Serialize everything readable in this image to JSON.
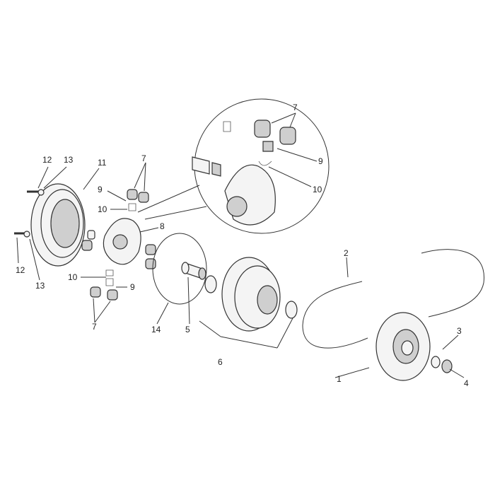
{
  "diagram": {
    "type": "exploded-parts-view",
    "callouts": [
      {
        "id": "c1",
        "label": "1"
      },
      {
        "id": "c2",
        "label": "2"
      },
      {
        "id": "c3",
        "label": "3"
      },
      {
        "id": "c4",
        "label": "4"
      },
      {
        "id": "c5",
        "label": "5"
      },
      {
        "id": "c6",
        "label": "6"
      },
      {
        "id": "c7a",
        "label": "7"
      },
      {
        "id": "c7b",
        "label": "7"
      },
      {
        "id": "c7c",
        "label": "7"
      },
      {
        "id": "c8",
        "label": "8"
      },
      {
        "id": "c9a",
        "label": "9"
      },
      {
        "id": "c9b",
        "label": "9"
      },
      {
        "id": "c9c",
        "label": "9"
      },
      {
        "id": "c10a",
        "label": "10"
      },
      {
        "id": "c10b",
        "label": "10"
      },
      {
        "id": "c10c",
        "label": "10"
      },
      {
        "id": "c11",
        "label": "11"
      },
      {
        "id": "c12a",
        "label": "12"
      },
      {
        "id": "c12b",
        "label": "12"
      },
      {
        "id": "c13a",
        "label": "13"
      },
      {
        "id": "c13b",
        "label": "13"
      },
      {
        "id": "c14",
        "label": "14"
      }
    ]
  }
}
